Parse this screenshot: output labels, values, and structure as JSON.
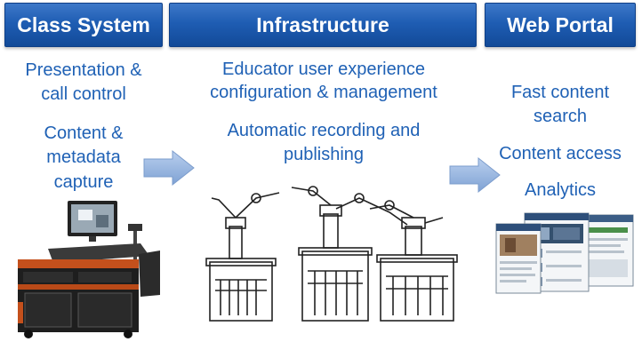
{
  "columns": {
    "class_system": {
      "title": "Class System",
      "items": [
        "Presentation &",
        "call control",
        "Content &",
        "metadata",
        "capture"
      ]
    },
    "infrastructure": {
      "title": "Infrastructure",
      "items": [
        "Educator user experience",
        "configuration & management",
        "Automatic recording and",
        "publishing"
      ]
    },
    "web_portal": {
      "title": "Web Portal",
      "items": [
        "Fast content",
        "search",
        "Content access",
        "Analytics"
      ]
    }
  },
  "colors": {
    "header_bg": "#1f5db3",
    "text_blue": "#1f61b5",
    "arrow": "#9ab7de"
  },
  "icons": [
    "right-arrow-icon",
    "right-arrow-icon"
  ]
}
